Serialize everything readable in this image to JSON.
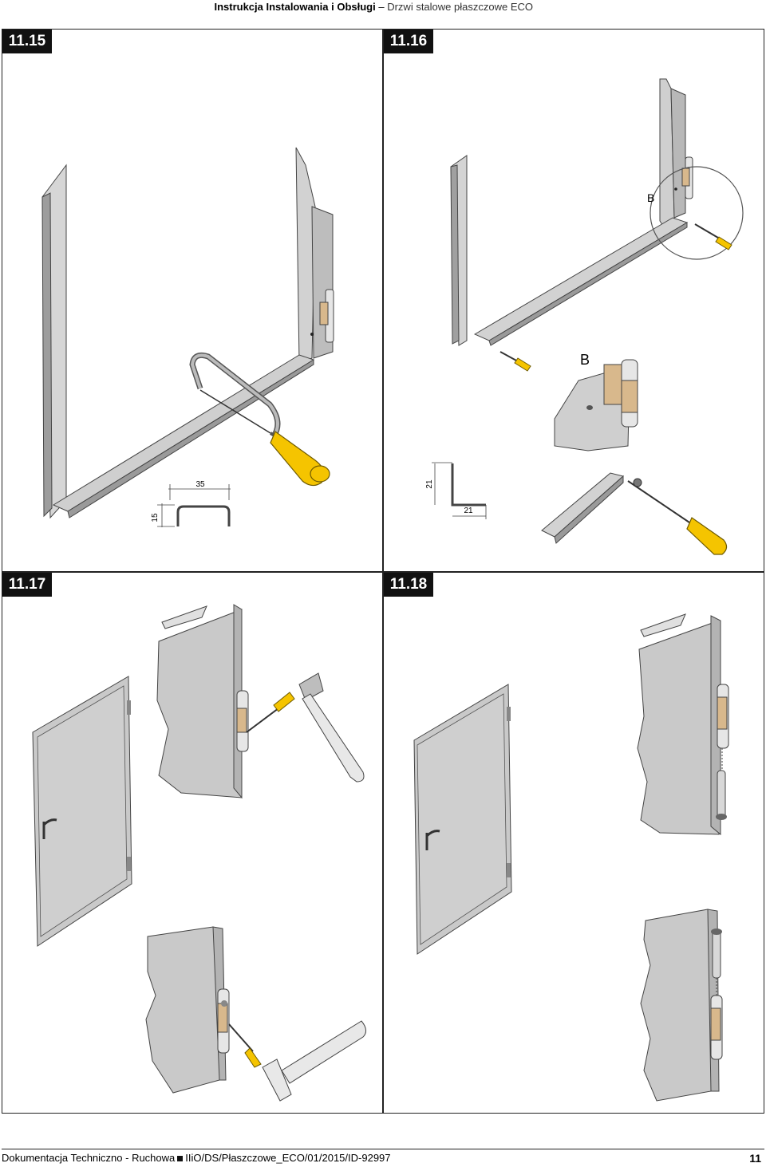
{
  "header": {
    "title_bold": "Instrukcja Instalowania i Obsługi",
    "separator": "–",
    "subtitle": "Drzwi stalowe płaszczowe ECO"
  },
  "panels": [
    {
      "step": "11.15",
      "dim_width": "35",
      "dim_height": "15"
    },
    {
      "step": "11.16",
      "detail_label": "B",
      "detail_label_large": "B",
      "dim_a": "21",
      "dim_b": "21"
    },
    {
      "step": "11.17"
    },
    {
      "step": "11.18"
    }
  ],
  "footer": {
    "doc_type": "Dokumentacja Techniczno - Ruchowa",
    "doc_code": "IIiO/DS/Płaszczowe_ECO/01/2015/ID-92997",
    "page_number": "11"
  },
  "colors": {
    "frame_gray": "#c9c9c9",
    "frame_dark": "#8f8f8f",
    "handle_yellow": "#f5c400",
    "hinge_tan": "#d8b88c",
    "border": "#222222"
  }
}
